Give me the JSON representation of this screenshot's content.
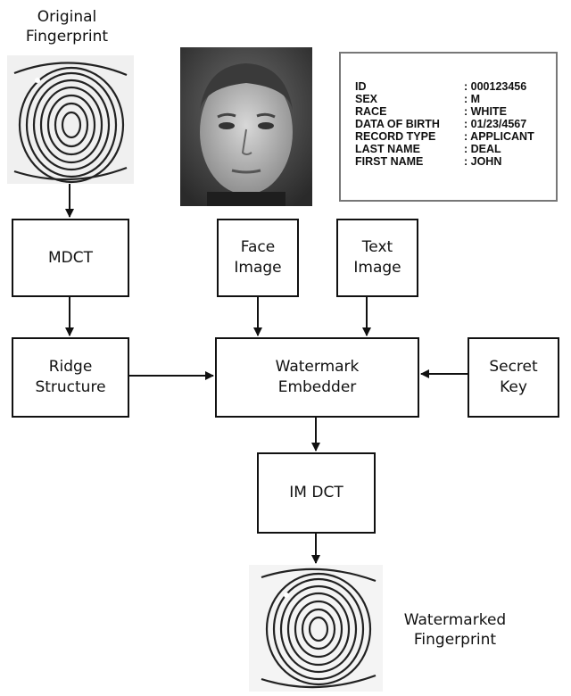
{
  "labels": {
    "original_line1": "Original",
    "original_line2": "Fingerprint",
    "watermarked_line1": "Watermarked",
    "watermarked_line2": "Fingerprint"
  },
  "boxes": {
    "mdct": "MDCT",
    "face_image": [
      "Face",
      "Image"
    ],
    "text_image": [
      "Text",
      "Image"
    ],
    "ridge_structure": [
      "Ridge",
      "Structure"
    ],
    "watermark_embedder": [
      "Watermark",
      "Embedder"
    ],
    "secret_key": [
      "Secret",
      "Key"
    ],
    "imdct": "IM DCT"
  },
  "record": [
    {
      "key": "ID",
      "value": ": 000123456"
    },
    {
      "key": "SEX",
      "value": ": M"
    },
    {
      "key": "RACE",
      "value": ": WHITE"
    },
    {
      "key": "DATA OF BIRTH",
      "value": ": 01/23/4567"
    },
    {
      "key": "RECORD TYPE",
      "value": ": APPLICANT"
    },
    {
      "key": "LAST NAME",
      "value": ": DEAL"
    },
    {
      "key": "FIRST NAME",
      "value": ": JOHN"
    }
  ],
  "colors": {
    "line": "#111111",
    "card_border": "#777777"
  }
}
